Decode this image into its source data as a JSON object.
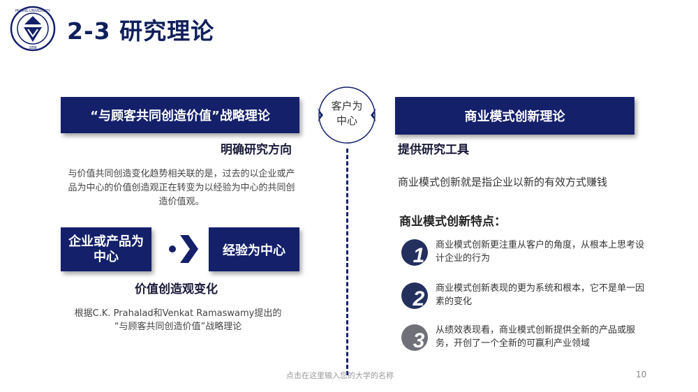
{
  "header": {
    "logo_text": "PEKING UNIVERSITY",
    "logo_year": "1898",
    "title": "2-3 研究理论"
  },
  "left": {
    "banner": "“与顾客共同创造价值”战略理论",
    "subhead": "明确研究方向",
    "paragraph": "与价值共同创造变化趋势相关联的是，过去的以企业或产品为中心的价值创造观正在转变为以经验为中心的共同创造价值观。",
    "box_from_line1": "企业或产品为",
    "box_from_line2": "中心",
    "box_to": "经验为中心",
    "change_label": "价值创造观变化",
    "source_line1": "根据C.K. Prahalad和Venkat Ramaswamy提出的",
    "source_line2": "“与顾客共同创造价值”战略理论"
  },
  "center": {
    "line1": "客户为",
    "line2": "中心"
  },
  "right": {
    "banner": "商业模式创新理论",
    "subhead": "提供研究工具",
    "definition": "商业模式创新就是指企业以新的有效方式赚钱",
    "features_title": "商业模式创新特点：",
    "features": [
      {
        "num": "1",
        "text": "商业模式创新更注重从客户的角度，从根本上思考设计企业的行为"
      },
      {
        "num": "2",
        "text": "商业模式创新表现的更为系统和根本，它不是单一因素的变化"
      },
      {
        "num": "3",
        "text": "从绩效表现看，商业模式创新提供全新的产品或服务，开创了一个全新的可赢利产业领域"
      }
    ]
  },
  "footer": {
    "text": "点击在这里输入您的大学的名称",
    "page": "10"
  },
  "colors": {
    "navy": "#14206a",
    "title": "#0f1f5c",
    "badge_navy": "#23305e",
    "badge_gray": "#6f7078"
  }
}
